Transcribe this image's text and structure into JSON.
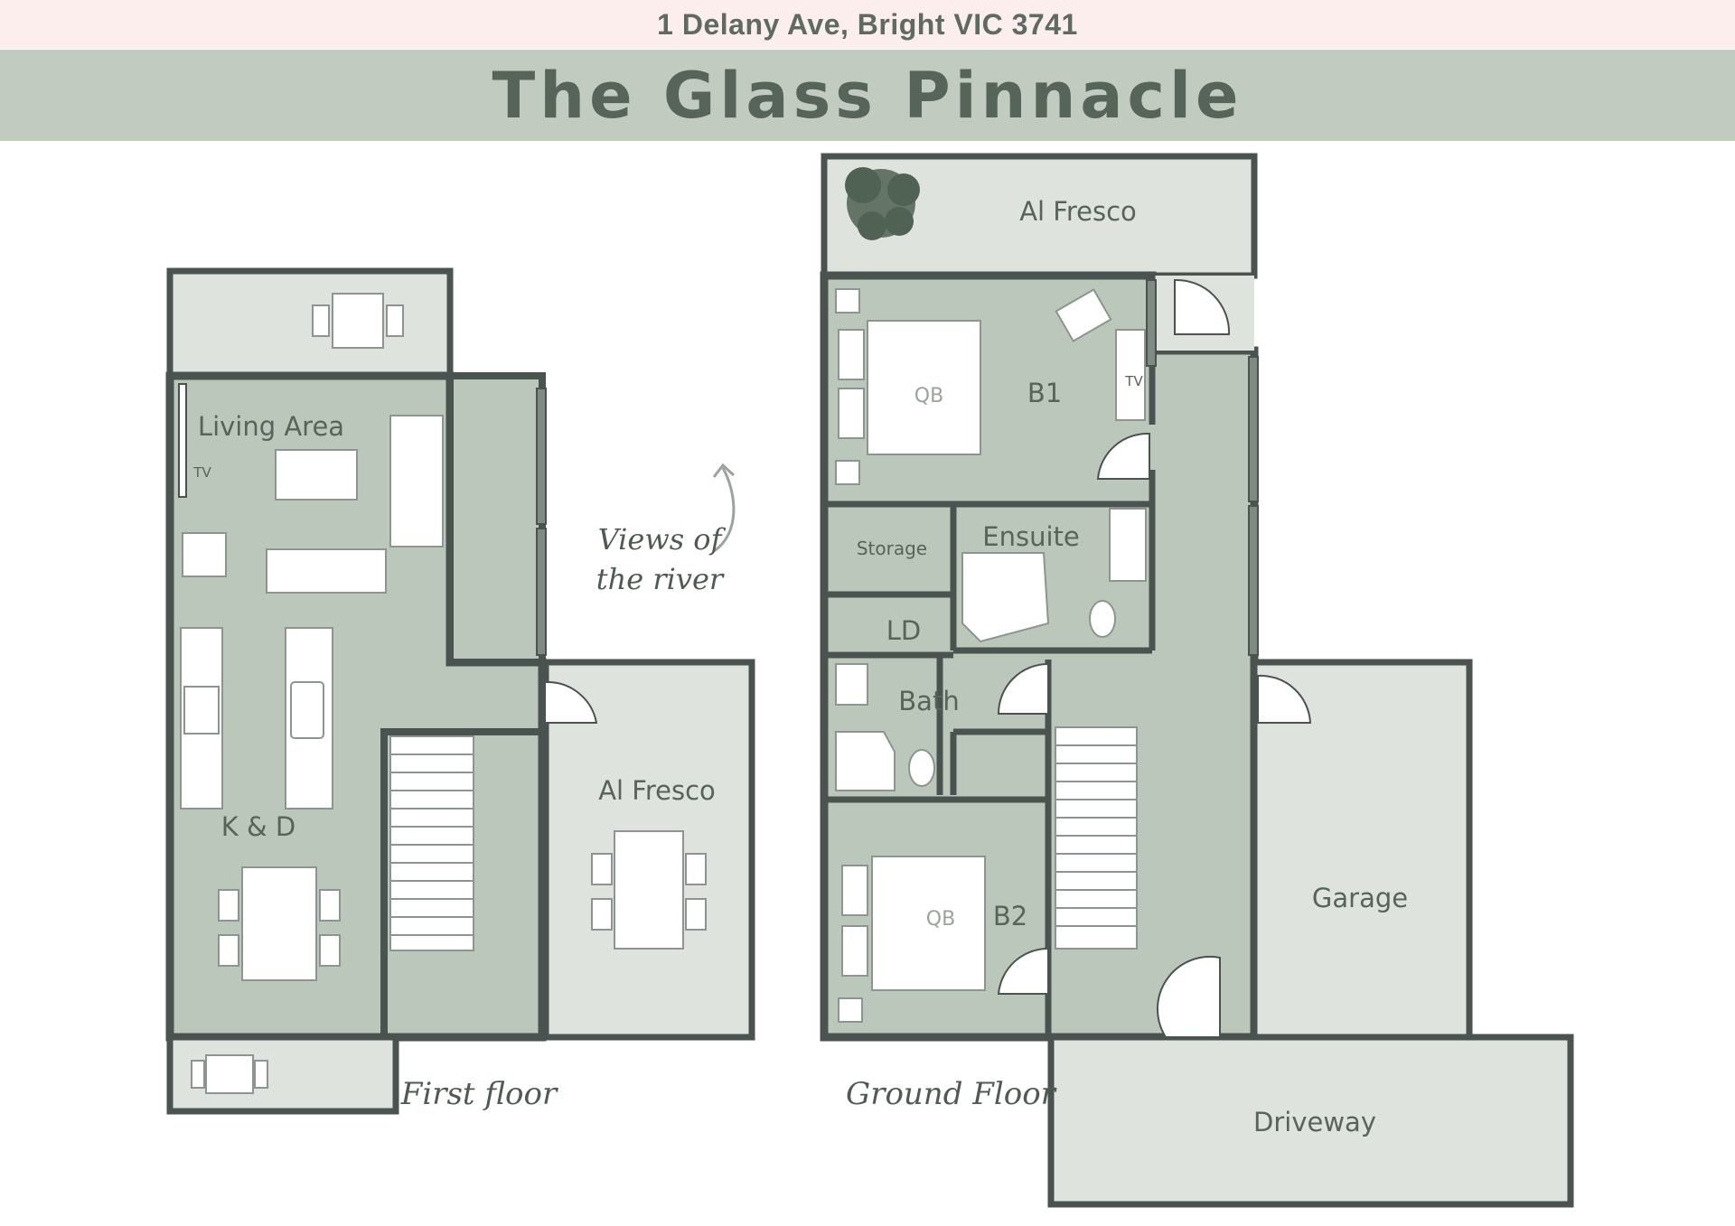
{
  "header": {
    "address": "1 Delany Ave, Bright VIC 3741",
    "property_name": "The Glass Pinnacle"
  },
  "first_floor": {
    "caption": "First floor",
    "rooms": {
      "living_area": "Living Area",
      "tv": "TV",
      "kitchen_dining": "K & D",
      "al_fresco": "Al Fresco"
    }
  },
  "ground_floor": {
    "caption": "Ground Floor",
    "rooms": {
      "al_fresco": "Al Fresco",
      "bed1": "B1",
      "bed1_bed": "QB",
      "tv": "TV",
      "storage": "Storage",
      "ensuite": "Ensuite",
      "laundry": "LD",
      "bath": "Bath",
      "bed2": "B2",
      "bed2_bed": "QB",
      "garage": "Garage",
      "driveway": "Driveway"
    }
  },
  "annotation": {
    "line1": "Views of",
    "line2": "the river"
  },
  "colors": {
    "wall": "#4a5350",
    "interior": "#bcc7bb",
    "exterior": "#dfe3de",
    "label": "#56645a",
    "address_bg": "#fbeeed",
    "title_bg": "#c2cbc0"
  }
}
